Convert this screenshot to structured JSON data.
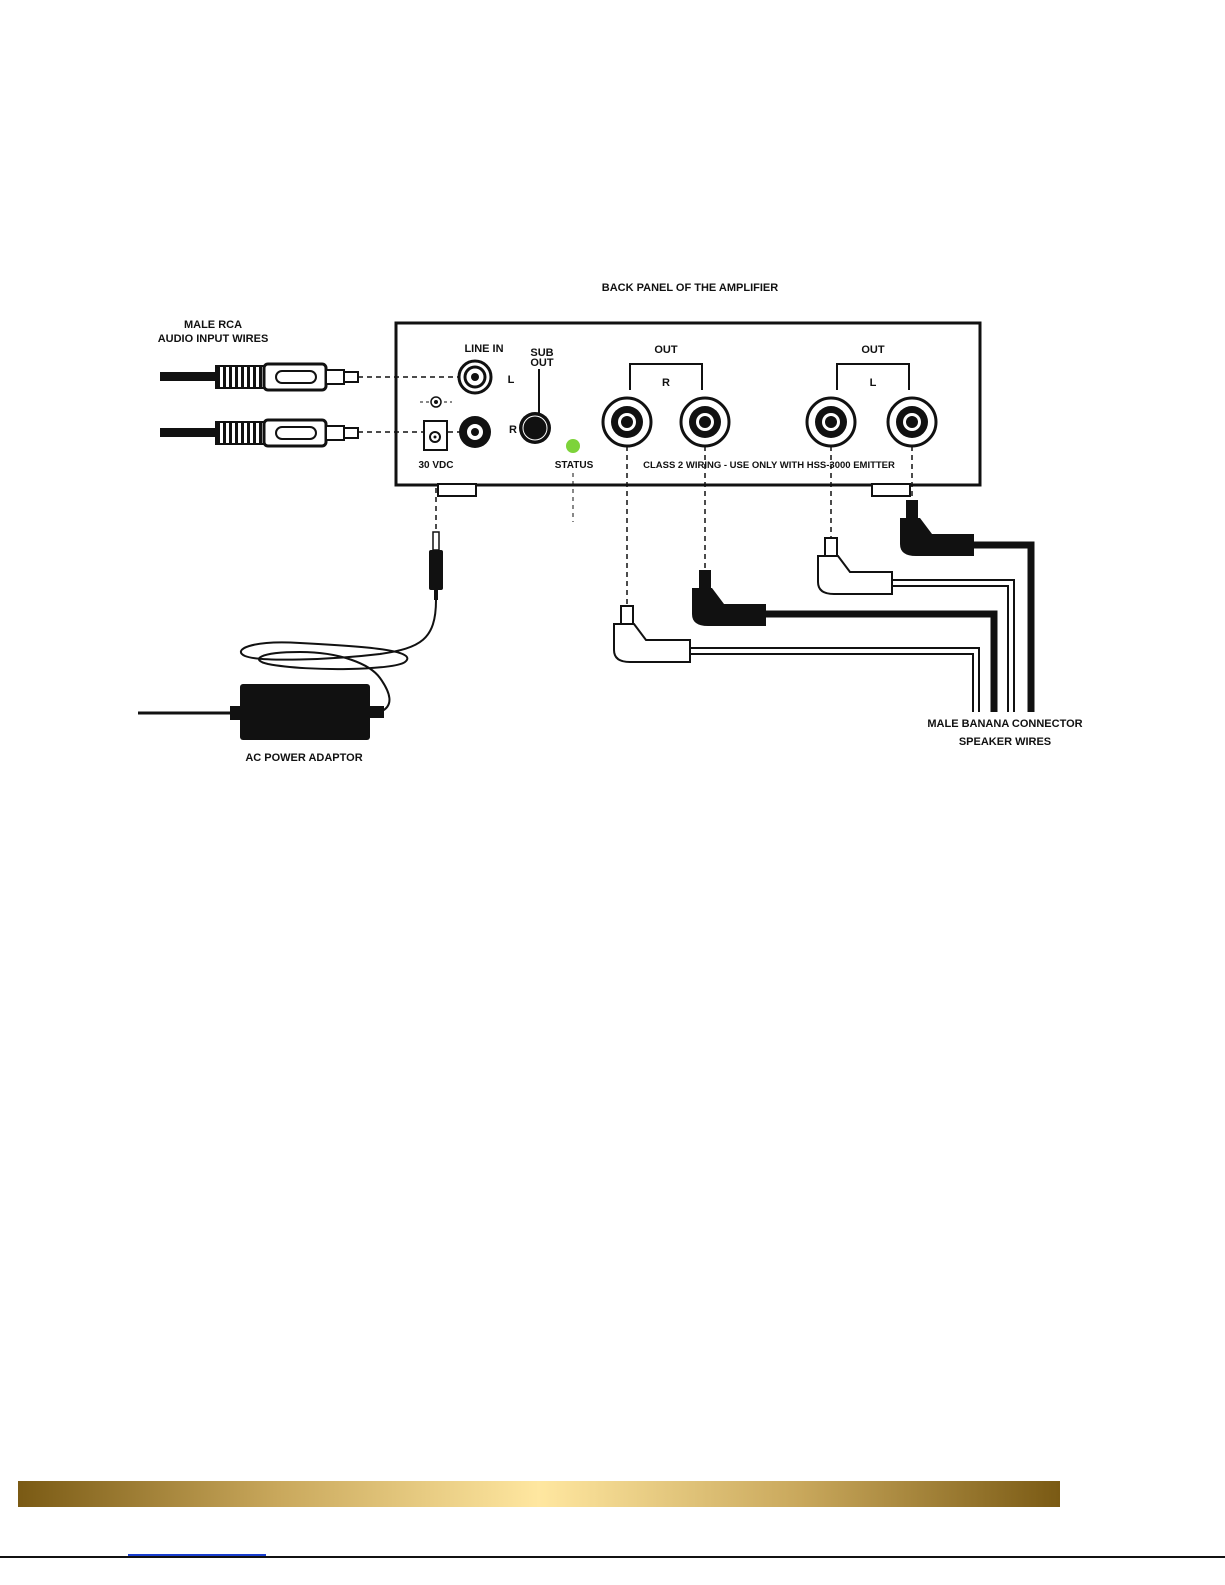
{
  "diagram": {
    "title": "BACK PANEL OF THE AMPLIFIER",
    "rca_label_line1": "MALE RCA",
    "rca_label_line2": "AUDIO INPUT WIRES",
    "line_in": "LINE IN",
    "line_in_l": "L",
    "line_in_r": "R",
    "sub_out_line1": "SUB",
    "sub_out_line2": "OUT",
    "dc_label": "30 VDC",
    "status": "STATUS",
    "out_r_label": "OUT",
    "out_r_channel": "R",
    "out_l_label": "OUT",
    "out_l_channel": "L",
    "class2": "CLASS 2 WIRING - USE ONLY WITH HSS-3000 EMITTER",
    "adaptor": "AC POWER ADAPTOR",
    "banana_line1": "MALE BANANA CONNECTOR",
    "banana_line2": "SPEAKER WIRES",
    "status_led_color": "#7dd33a"
  }
}
